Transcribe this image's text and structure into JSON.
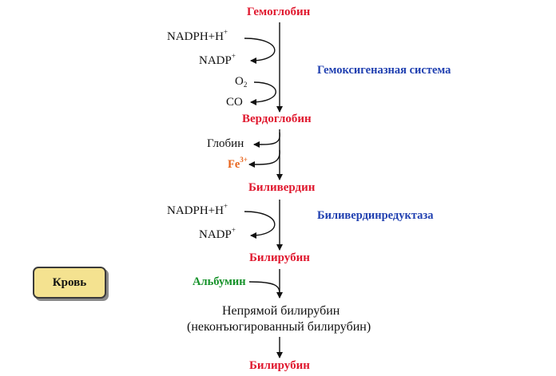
{
  "nodes": {
    "hemoglobin": "Гемоглобин",
    "verdoglobin": "Вердоглобин",
    "biliverdin": "Биливердин",
    "bilirubin_1": "Билирубин",
    "indirect_bilirubin": "Непрямой билирубин",
    "indirect_bilirubin_note": "(неконъюгированный билирубин)",
    "bilirubin_2": "Билирубин"
  },
  "enzymes": {
    "heme_oxygenase": "Гемоксигеназная система",
    "biliverdin_reductase": "Биливердинредуктаза"
  },
  "cofactors": {
    "nadph_base": "NADPH+H",
    "nadph_sup": "+",
    "nadp_base": "NADP",
    "nadp_sup": "+",
    "o2_base": "O",
    "o2_sub": "2",
    "co": "CO",
    "globin": "Глобин",
    "fe_base": "Fe",
    "fe_sup": "3+",
    "albumin": "Альбумин"
  },
  "compartment": {
    "blood_label": "Кровь"
  },
  "colors": {
    "metabolite": "#e0192f",
    "enzyme": "#1f3fb0",
    "albumin": "#16922a",
    "iron": "#e8641c",
    "blood_box": "#f4e290"
  }
}
